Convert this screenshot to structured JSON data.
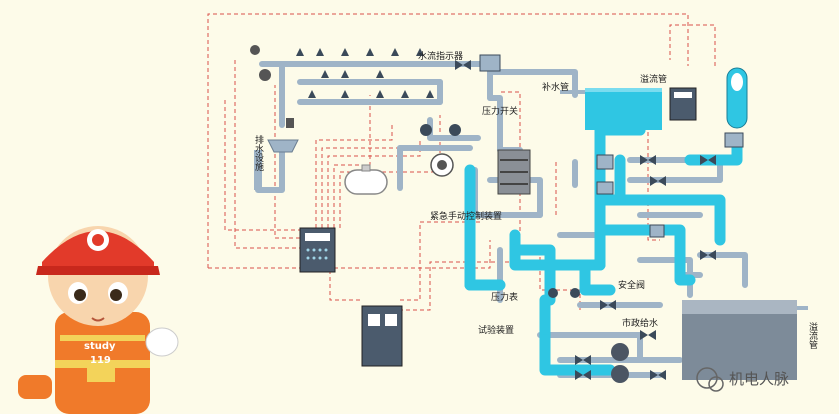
{
  "labels": {
    "flow_indicator": "水流指示器",
    "pressure_switch": "压力开关",
    "makeup_pipe": "补水管",
    "overflow_pipe": "溢流管",
    "drain_facility": "排水设施",
    "emergency_control": "紧急手动控制装置",
    "safety_valve": "安全阀",
    "pressure_gauge": "压力表",
    "municipal_supply": "市政给水",
    "test_device": "试验装置",
    "overflow_pipe_right": "溢流管"
  },
  "mascot": {
    "shirt_text": "study",
    "badge": "119"
  },
  "brand": {
    "name": "机电人脉"
  },
  "colors": {
    "background": "#fdfbe9",
    "main_pipe": "#2fc6e3",
    "steel_pipe": "#9fb4c7",
    "signal_line": "#d9524a"
  }
}
